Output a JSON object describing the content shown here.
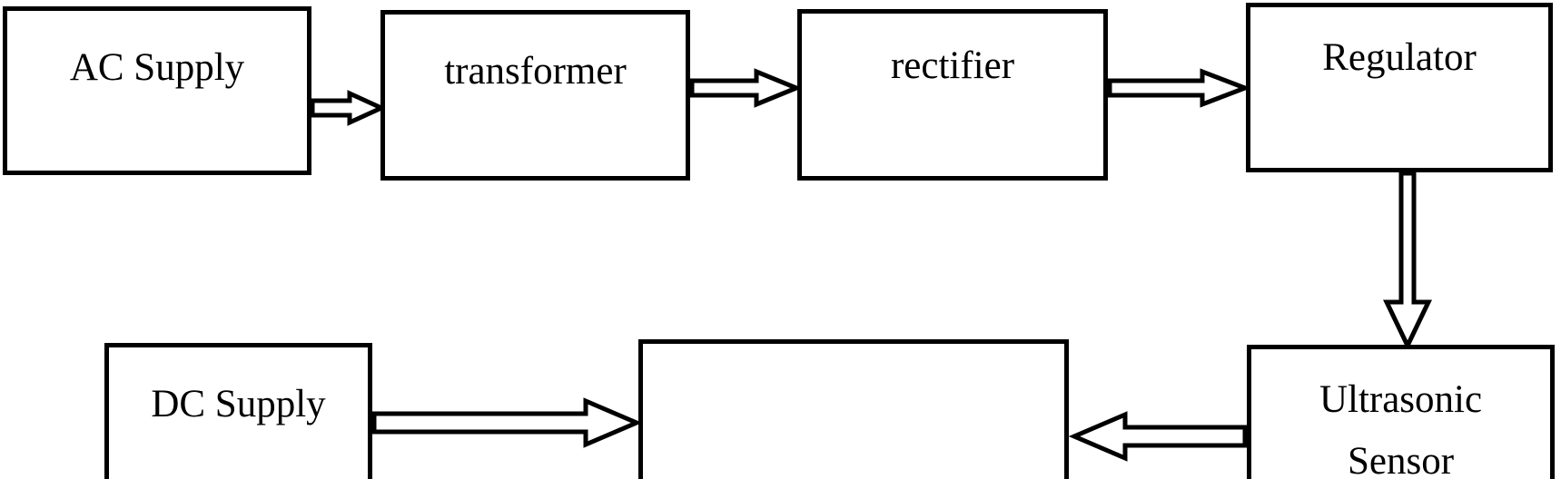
{
  "diagram": {
    "background_color": "#ffffff",
    "line_color": "#000000",
    "nodes": {
      "ac_supply": {
        "label": "AC Supply"
      },
      "transformer": {
        "label": "transformer"
      },
      "rectifier": {
        "label": "rectifier"
      },
      "regulator": {
        "label": "Regulator"
      },
      "dc_supply": {
        "label": "DC Supply"
      },
      "controller": {
        "label": ""
      },
      "ultrasonic_sensor": {
        "label_line_1": "Ultrasonic",
        "label_line_2": "Sensor"
      }
    },
    "connections": [
      {
        "from": "AC Supply",
        "to": "transformer",
        "direction": "right"
      },
      {
        "from": "transformer",
        "to": "rectifier",
        "direction": "right"
      },
      {
        "from": "rectifier",
        "to": "Regulator",
        "direction": "right"
      },
      {
        "from": "Regulator",
        "to": "Ultrasonic Sensor",
        "direction": "down"
      },
      {
        "from": "DC Supply",
        "to": "controller",
        "direction": "right"
      },
      {
        "from": "Ultrasonic Sensor",
        "to": "controller",
        "direction": "left"
      }
    ]
  }
}
